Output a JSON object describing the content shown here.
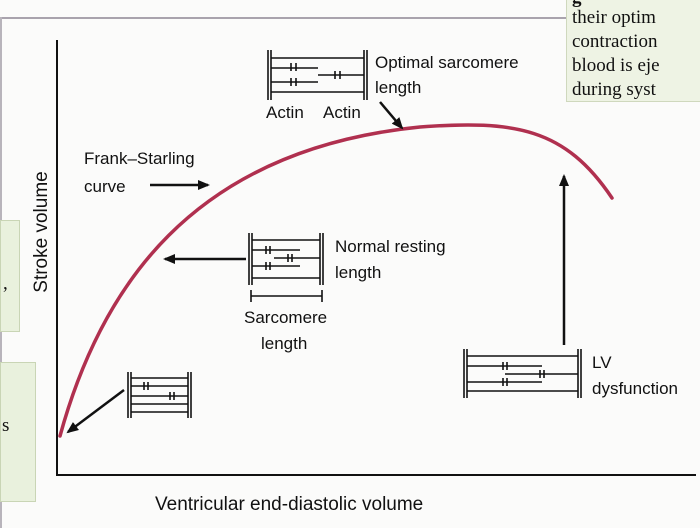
{
  "axes": {
    "x_label": "Ventricular end-diastolic volume",
    "y_label": "Stroke volume"
  },
  "curve": {
    "label_line1": "Frank–Starling",
    "label_line2": "curve"
  },
  "sarcomeres": {
    "optimal": {
      "label_line1": "Optimal sarcomere",
      "label_line2": "length",
      "actin_left": "Actin",
      "actin_right": "Actin"
    },
    "normal": {
      "label_line1": "Normal resting",
      "label_line2": "length",
      "length_label_line1": "Sarcomere",
      "length_label_line2": "length"
    },
    "dysfunction": {
      "label_line1": "LV",
      "label_line2": "dysfunction"
    }
  },
  "note_box": {
    "line1": "their optim",
    "line2": "contraction",
    "line3": "blood is eje",
    "line4": "during syst"
  },
  "side_box_1": {
    "text": ","
  },
  "side_box_2": {
    "text": "s"
  },
  "colors": {
    "curve": "#b0304f",
    "note_box_bg": "#eef3e4",
    "side_box_bg": "#e9f1dd"
  }
}
